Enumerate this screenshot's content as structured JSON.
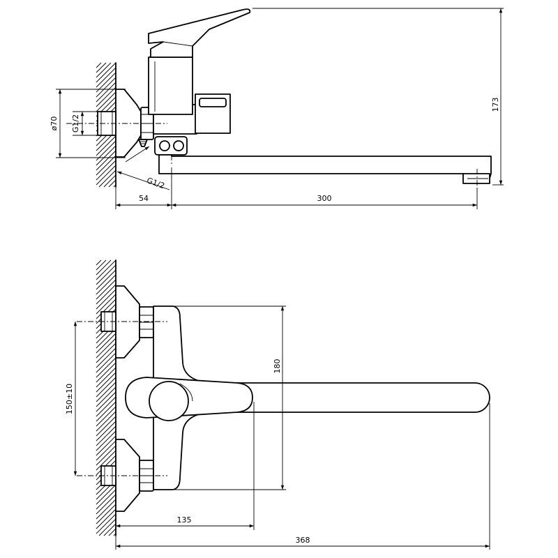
{
  "side_view": {
    "dim_height": "173",
    "dim_flange_diameter": "ø70",
    "dim_inlet_thread": "G1/2",
    "dim_outlet_thread": "G1/2",
    "dim_wall_offset": "54",
    "dim_spout_length": "300"
  },
  "top_view": {
    "dim_centers": "150±10",
    "dim_body_width": "180",
    "dim_body_depth": "135",
    "dim_total_depth": "368"
  }
}
